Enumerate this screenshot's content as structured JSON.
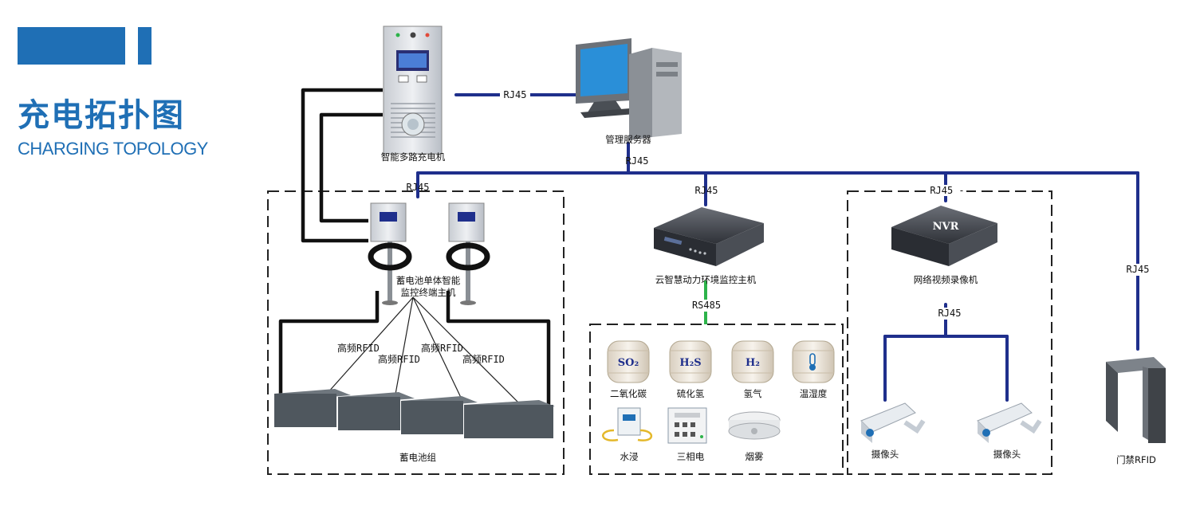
{
  "header": {
    "title": "充电拓扑图",
    "subtitle": "CHARGING TOPOLOGY",
    "accent_color": "#1f6fb5"
  },
  "nodes": {
    "charger": "智能多路充电机",
    "server": "管理服务器",
    "battery_monitor_line1": "蓄电池单体智能",
    "battery_monitor_line2": "监控终端主机",
    "battery_pack": "蓄电池组",
    "env_host": "云智慧动力环境监控主机",
    "nvr": "网络视频录像机",
    "nvr_badge": "NVR",
    "access_rfid": "门禁RFID",
    "camera_left": "摄像头",
    "camera_right": "摄像头"
  },
  "sensors": {
    "so2": "二氧化碳",
    "so2_badge": "SO₂",
    "h2s": "硫化氢",
    "h2s_badge": "H₂S",
    "h2": "氢气",
    "h2_badge": "H₂",
    "temp_humidity": "温湿度",
    "water": "水浸",
    "three_phase": "三相电",
    "smoke": "烟雾"
  },
  "links": {
    "rj45_charger_server": "RJ45",
    "rj45_server_bus": "RJ45",
    "rj45_battery": "RJ45",
    "rj45_env": "RJ45",
    "rj45_nvr": "RJ45 -",
    "rj45_access": "RJ45",
    "rj45_cameras": "RJ45",
    "rs485_env": "RS485",
    "rfid_1": "高频RFID",
    "rfid_2": "高频RFID",
    "rfid_3": "高频RFID",
    "rfid_4": "高频RFID"
  },
  "colors": {
    "network_line": "#1f2f8c",
    "rs485_line": "#2db34a",
    "power_line": "#111111"
  }
}
